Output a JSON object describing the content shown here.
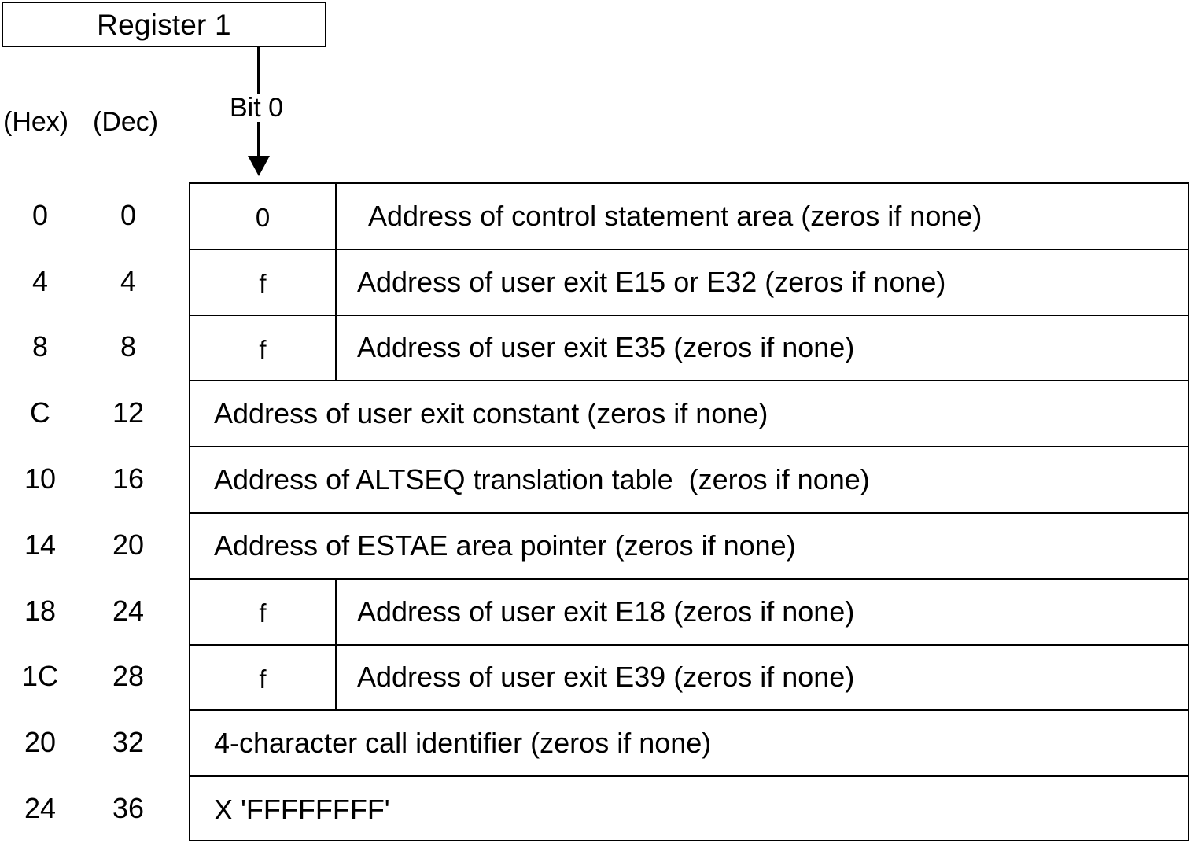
{
  "diagram": {
    "register_box": {
      "label": "Register 1"
    },
    "bit_pointer": {
      "label": "Bit 0",
      "icon": "down-arrow-icon"
    },
    "column_headers": {
      "hex": "(Hex)",
      "dec": "(Dec)"
    },
    "rows": [
      {
        "hex": "0",
        "dec": "0",
        "flag": "0",
        "description": "Address of control statement area (zeros if none)"
      },
      {
        "hex": "4",
        "dec": "4",
        "flag": "f",
        "description": "Address of user exit E15 or E32 (zeros if none)"
      },
      {
        "hex": "8",
        "dec": "8",
        "flag": "f",
        "description": "Address of user exit E35 (zeros if none)"
      },
      {
        "hex": "C",
        "dec": "12",
        "flag": null,
        "description": "Address of user exit constant (zeros if none)"
      },
      {
        "hex": "10",
        "dec": "16",
        "flag": null,
        "description": "Address of ALTSEQ translation table  (zeros if none)"
      },
      {
        "hex": "14",
        "dec": "20",
        "flag": null,
        "description": "Address of ESTAE area pointer (zeros if none)"
      },
      {
        "hex": "18",
        "dec": "24",
        "flag": "f",
        "description": "Address of user exit E18 (zeros if none)"
      },
      {
        "hex": "1C",
        "dec": "28",
        "flag": "f",
        "description": "Address of user exit E39 (zeros if none)"
      },
      {
        "hex": "20",
        "dec": "32",
        "flag": null,
        "description": "4-character call identifier (zeros if none)"
      },
      {
        "hex": "24",
        "dec": "36",
        "flag": null,
        "description": "X 'FFFFFFFF'"
      }
    ],
    "colors": {
      "line": "#000000",
      "text": "#000000",
      "background": "#ffffff"
    }
  }
}
